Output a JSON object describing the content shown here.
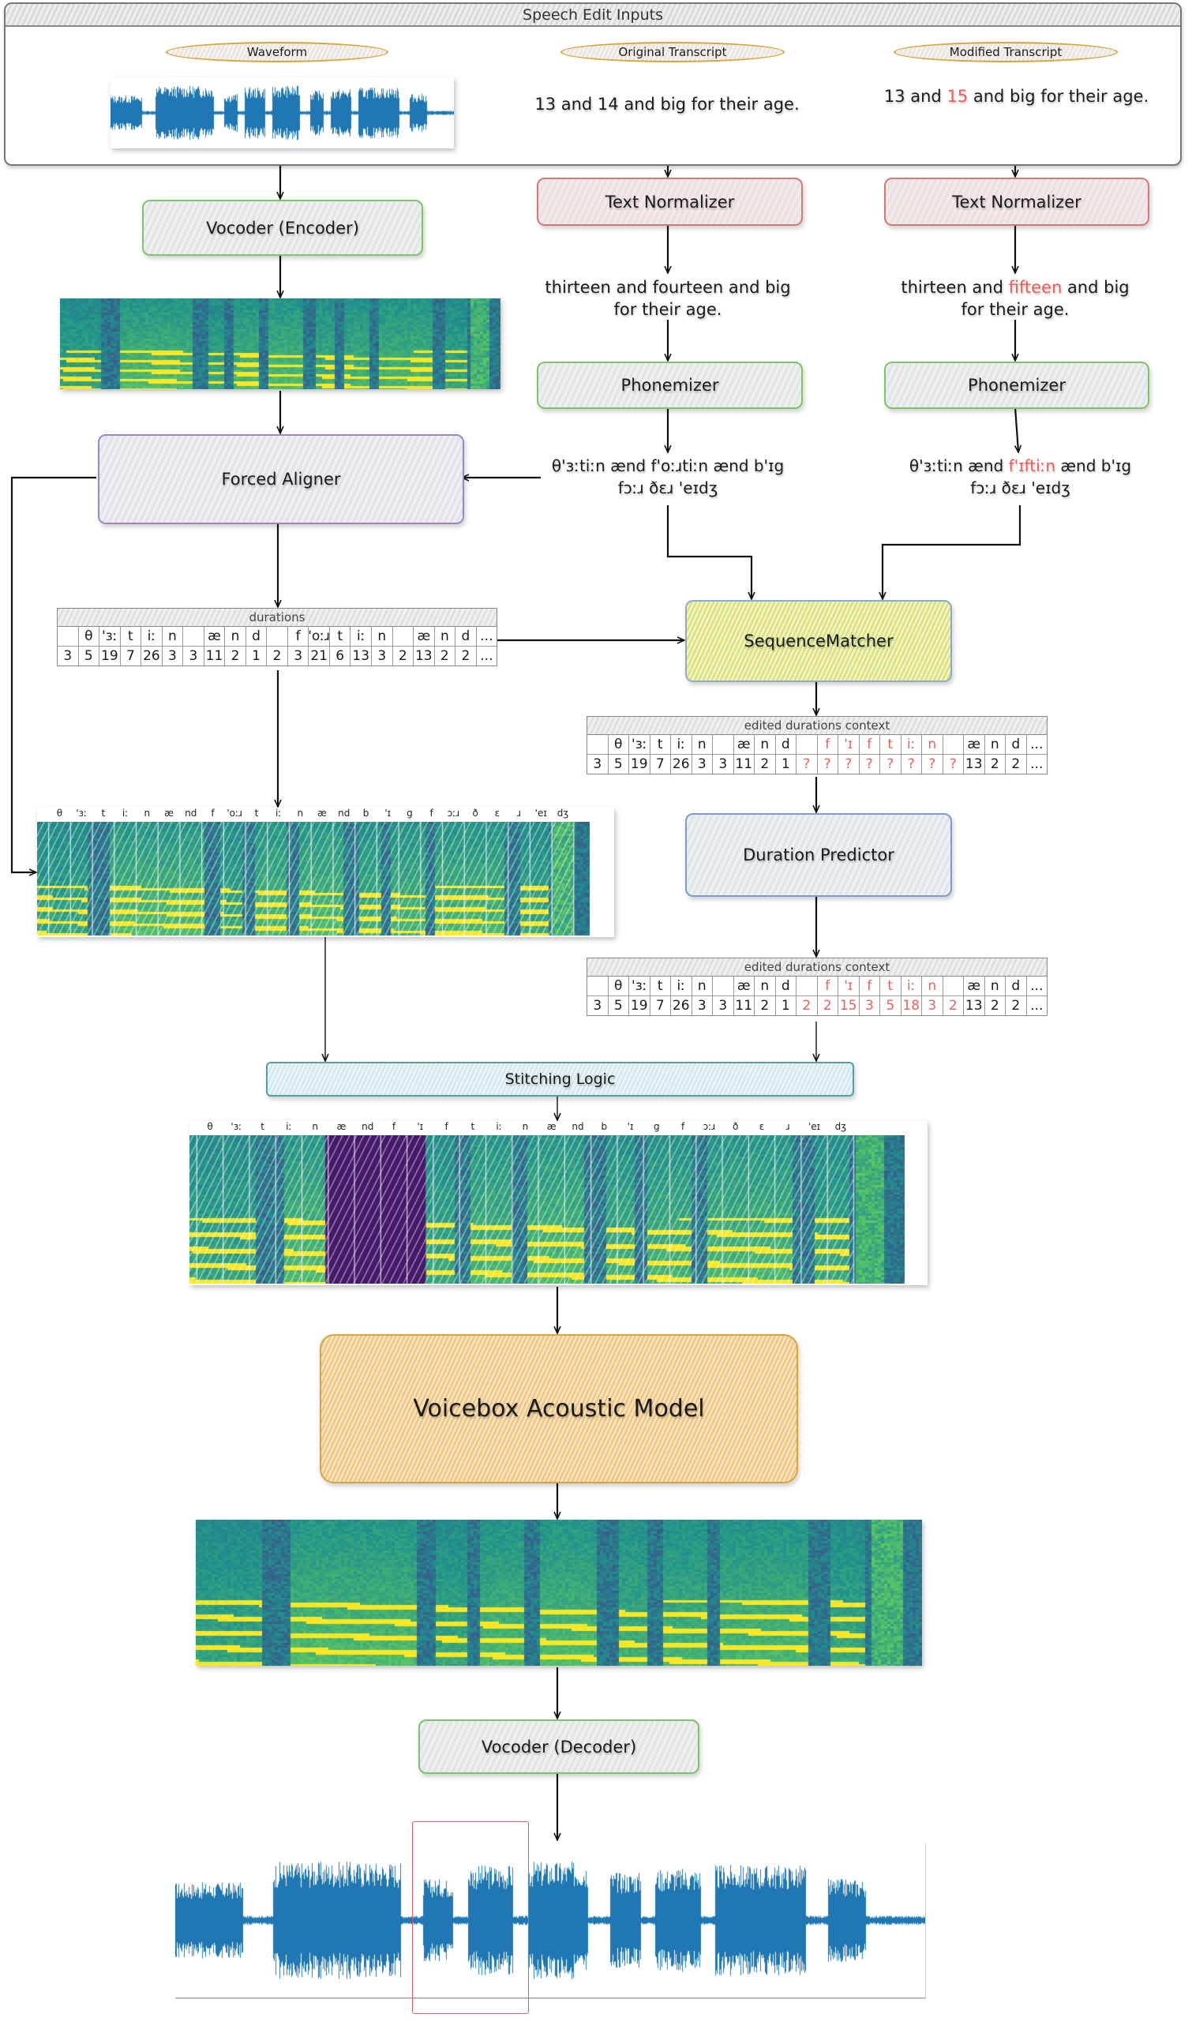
{
  "header": {
    "title": "Speech Edit Inputs",
    "waveform_label": "Waveform",
    "original_label": "Original Transcript",
    "modified_label": "Modified Transcript",
    "original_text": "13 and 14 and big for their age.",
    "modified_text": {
      "before": "13 and ",
      "edit": "15",
      "after": " and big for their age."
    }
  },
  "colors": {
    "edit_red": "#e8625a",
    "waveform_blue": "#1f77b4",
    "green_border": "#7cc46a",
    "red_border": "#d27a74",
    "purple_border": "#9a88bf",
    "blue_border": "#7d9ccb",
    "teal_border": "#4fa3a3",
    "orange_border": "#d9a43c",
    "masked_purple": "#46196a"
  },
  "blocks": {
    "vocoder_encoder": "Vocoder (Encoder)",
    "text_normalizer_left": "Text Normalizer",
    "text_normalizer_right": "Text Normalizer",
    "phonemizer_left": "Phonemizer",
    "phonemizer_right": "Phonemizer",
    "forced_aligner": "Forced Aligner",
    "sequence_matcher": "SequenceMatcher",
    "duration_predictor": "Duration Predictor",
    "stitching_logic": "Stitching Logic",
    "voicebox": "Voicebox Acoustic Model",
    "vocoder_decoder": "Vocoder (Decoder)"
  },
  "normalized": {
    "left_line1": "thirteen and fourteen and big",
    "left_line2": "for their age.",
    "right_line1_before": "thirteen and ",
    "right_line1_edit": "fifteen",
    "right_line1_after": " and big",
    "right_line2": "for their age."
  },
  "phonemes_text": {
    "left_line1": "θ'ɜːtiːn ænd f'oːɹtiːn ænd b'ɪg",
    "left_line2": "fɔːɹ ðɛɹ 'eɪdʒ",
    "right_line1_before": "θ'ɜːtiːn ænd ",
    "right_line1_edit": "f'ɪftiːn",
    "right_line1_after": " ænd b'ɪg",
    "right_line2": "fɔːɹ ðɛɹ 'eɪdʒ"
  },
  "durations_table": {
    "title": "durations",
    "phonemes": [
      "",
      "θ",
      "'ɜː",
      "t",
      "iː",
      "n",
      "",
      "æ",
      "n",
      "d",
      "",
      "f",
      "'oːɹ",
      "t",
      "iː",
      "n",
      "",
      "æ",
      "n",
      "d",
      "..."
    ],
    "values": [
      "3",
      "5",
      "19",
      "7",
      "26",
      "3",
      "3",
      "11",
      "2",
      "1",
      "2",
      "3",
      "21",
      "6",
      "13",
      "3",
      "2",
      "13",
      "2",
      "2",
      "..."
    ]
  },
  "edited_context_table": {
    "title": "edited durations context",
    "phonemes": [
      "",
      "θ",
      "'ɜː",
      "t",
      "iː",
      "n",
      "",
      "æ",
      "n",
      "d",
      "",
      "f",
      "'ɪ",
      "f",
      "t",
      "iː",
      "n",
      "",
      "æ",
      "n",
      "d",
      "..."
    ],
    "phoneme_edited": [
      false,
      false,
      false,
      false,
      false,
      false,
      false,
      false,
      false,
      false,
      false,
      true,
      true,
      true,
      true,
      true,
      true,
      false,
      false,
      false,
      false,
      false
    ],
    "values": [
      "3",
      "5",
      "19",
      "7",
      "26",
      "3",
      "3",
      "11",
      "2",
      "1",
      "?",
      "?",
      "?",
      "?",
      "?",
      "?",
      "?",
      "?",
      "13",
      "2",
      "2",
      "..."
    ],
    "value_edited": [
      false,
      false,
      false,
      false,
      false,
      false,
      false,
      false,
      false,
      false,
      true,
      true,
      true,
      true,
      true,
      true,
      true,
      true,
      false,
      false,
      false,
      false
    ]
  },
  "predicted_context_table": {
    "title": "edited durations context",
    "phonemes": [
      "",
      "θ",
      "'ɜː",
      "t",
      "iː",
      "n",
      "",
      "æ",
      "n",
      "d",
      "",
      "f",
      "'ɪ",
      "f",
      "t",
      "iː",
      "n",
      "",
      "æ",
      "n",
      "d",
      "..."
    ],
    "phoneme_edited": [
      false,
      false,
      false,
      false,
      false,
      false,
      false,
      false,
      false,
      false,
      false,
      true,
      true,
      true,
      true,
      true,
      true,
      false,
      false,
      false,
      false,
      false
    ],
    "values": [
      "3",
      "5",
      "19",
      "7",
      "26",
      "3",
      "3",
      "11",
      "2",
      "1",
      "2",
      "2",
      "15",
      "3",
      "5",
      "18",
      "3",
      "2",
      "13",
      "2",
      "2",
      "..."
    ],
    "value_edited": [
      false,
      false,
      false,
      false,
      false,
      false,
      false,
      false,
      false,
      false,
      true,
      true,
      true,
      true,
      true,
      true,
      true,
      true,
      false,
      false,
      false,
      false
    ]
  },
  "aligned_spectrogram_labels": [
    "θ",
    "'ɜː",
    "t",
    "iː",
    "n",
    "æ",
    "nd",
    "f",
    "'oːɹ",
    "t",
    "iː",
    "n",
    "æ",
    "nd",
    "b",
    "'ɪ",
    "g",
    "f",
    "ɔːɹ",
    "ð",
    "ɛ",
    "ɹ",
    "'eɪ",
    "dʒ"
  ],
  "stitched_spectrogram_labels": [
    "θ",
    "'ɜː",
    "t",
    "iː",
    "n",
    "æ",
    "nd",
    "f",
    "'ɪ",
    "f",
    "t",
    "iː",
    "n",
    "æ",
    "nd",
    "b",
    "'ɪ",
    "g",
    "f",
    "ɔːɹ",
    "ð",
    "ɛ",
    "ɹ",
    "'eɪ",
    "dʒ"
  ]
}
